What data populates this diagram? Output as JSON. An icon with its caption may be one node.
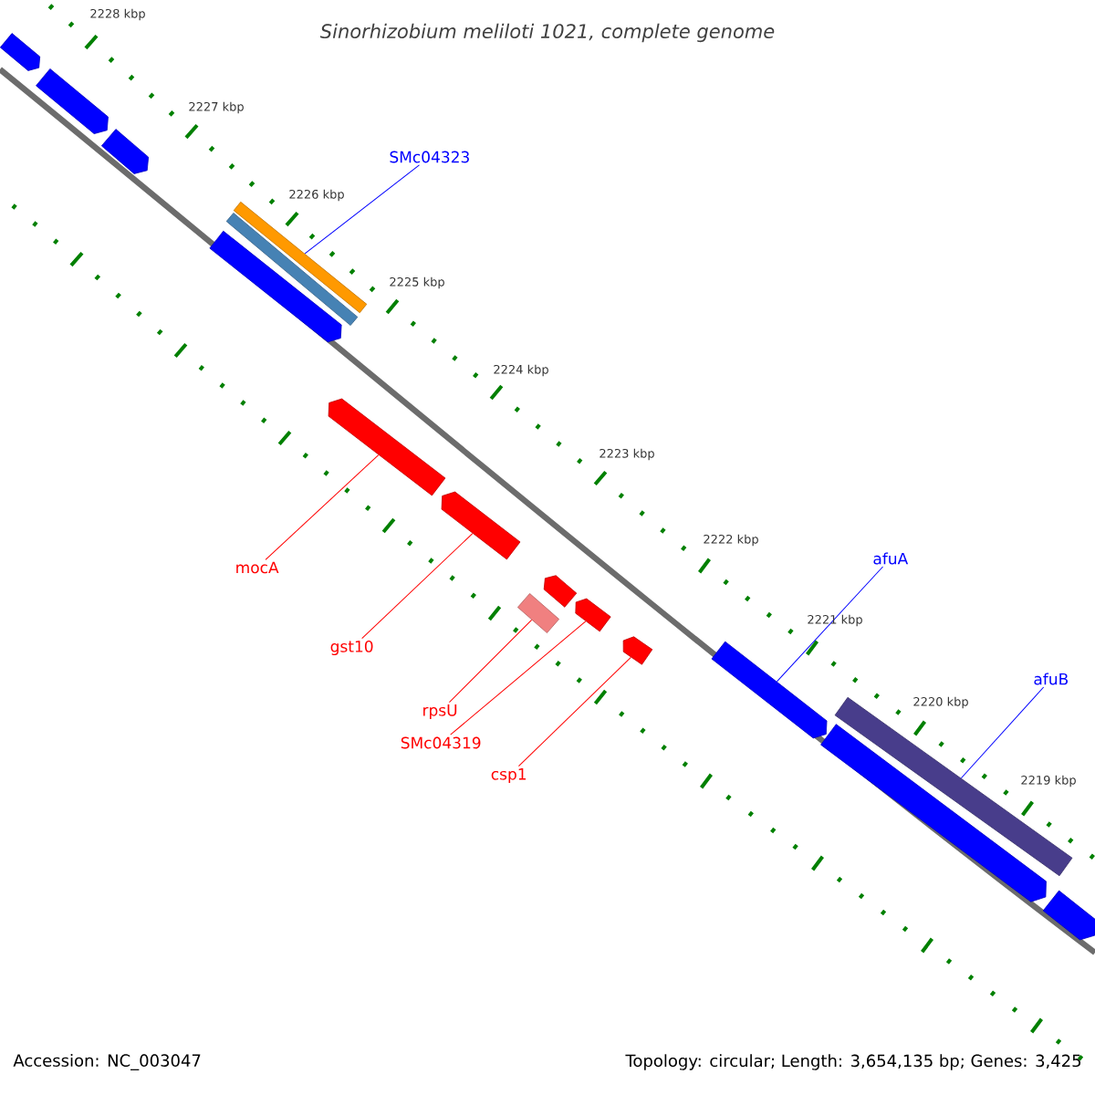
{
  "diagram": {
    "title": "Sinorhizobium meliloti 1021, complete genome",
    "nodes": [
      {
        "text": [],
        "shape": "box"
      },
      {
        "text": [],
        "shape": "box"
      },
      {
        "text": [],
        "shape": "box"
      },
      {
        "text": [],
        "shape": "bar"
      },
      {
        "text": [],
        "shape": "bar"
      },
      {
        "text": [],
        "shape": "box"
      },
      {
        "text": [],
        "shape": "box"
      },
      {
        "text": [],
        "shape": "box"
      },
      {
        "text": [],
        "shape": "box"
      },
      {
        "text": [],
        "shape": "bar"
      },
      {
        "text": [],
        "shape": "box"
      },
      {
        "text": [],
        "shape": "box"
      },
      {
        "text": [],
        "shape": "box"
      },
      {
        "text": [],
        "shape": "bar"
      },
      {
        "text": [],
        "shape": "box"
      },
      {
        "text": [],
        "shape": "box"
      },
      {
        "text": [
          "SMc04323"
        ]
      },
      {
        "text": [
          "mocA"
        ]
      },
      {
        "text": [
          "gst10"
        ]
      },
      {
        "text": [
          "rpsU"
        ]
      },
      {
        "text": [
          "SMc04319"
        ]
      },
      {
        "text": [
          "csp1"
        ]
      },
      {
        "text": [
          "afuA"
        ]
      },
      {
        "text": [
          "afuB"
        ]
      }
    ],
    "edges": [
      {
        "from": 16,
        "to": 3,
        "arrow": "none",
        "color": "#0000ff"
      },
      {
        "from": 17,
        "to": 6,
        "arrow": "none",
        "color": "#ff0000"
      },
      {
        "from": 18,
        "to": 7,
        "arrow": "none",
        "color": "#ff0000"
      },
      {
        "from": 19,
        "to": 9,
        "arrow": "none",
        "color": "#ff0000"
      },
      {
        "from": 20,
        "to": 10,
        "arrow": "none",
        "color": "#ff0000"
      },
      {
        "from": 21,
        "to": 11,
        "arrow": "none",
        "color": "#ff0000"
      },
      {
        "from": 22,
        "to": 12,
        "arrow": "none",
        "color": "#0000ff"
      },
      {
        "from": 23,
        "to": 13,
        "arrow": "none",
        "color": "#0000ff"
      }
    ],
    "labels": [
      "2228 kbp",
      "2227 kbp",
      "2226 kbp",
      "2225 kbp",
      "2224 kbp",
      "2223 kbp",
      "2222 kbp",
      "2221 kbp",
      "2220 kbp",
      "2219 kbp",
      "Accession: NC_003047",
      "Topology: circular; Length: 3,654,135 bp; Genes: 3,425"
    ]
  }
}
